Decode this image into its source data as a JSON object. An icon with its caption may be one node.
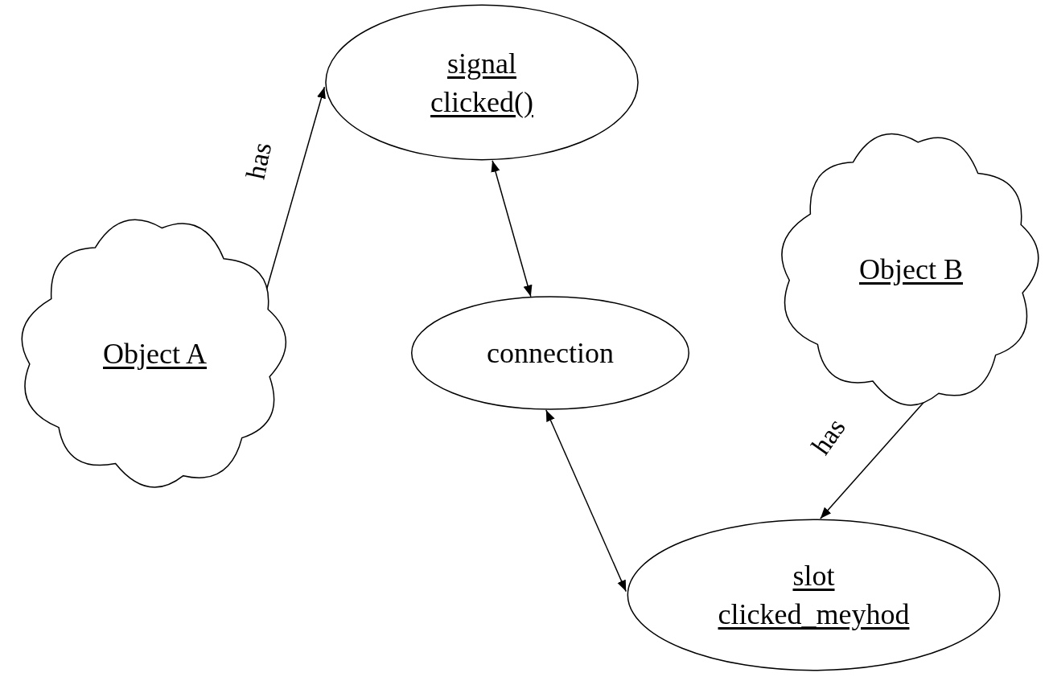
{
  "diagram": {
    "nodes": [
      {
        "text": [
          "Object A"
        ]
      },
      {
        "text": [
          "signal",
          "clicked()"
        ]
      },
      {
        "text": [
          "connection"
        ]
      },
      {
        "text": [
          "Object B"
        ]
      },
      {
        "text": [
          "slot",
          "clicked_meyhod"
        ]
      }
    ],
    "edges": [
      {
        "from": 0,
        "to": 1,
        "arrow": "to",
        "label": "has"
      },
      {
        "from": 1,
        "to": 2,
        "arrow": "both"
      },
      {
        "from": 2,
        "to": 4,
        "arrow": "both"
      },
      {
        "from": 3,
        "to": 4,
        "arrow": "to",
        "label": "has"
      }
    ]
  }
}
